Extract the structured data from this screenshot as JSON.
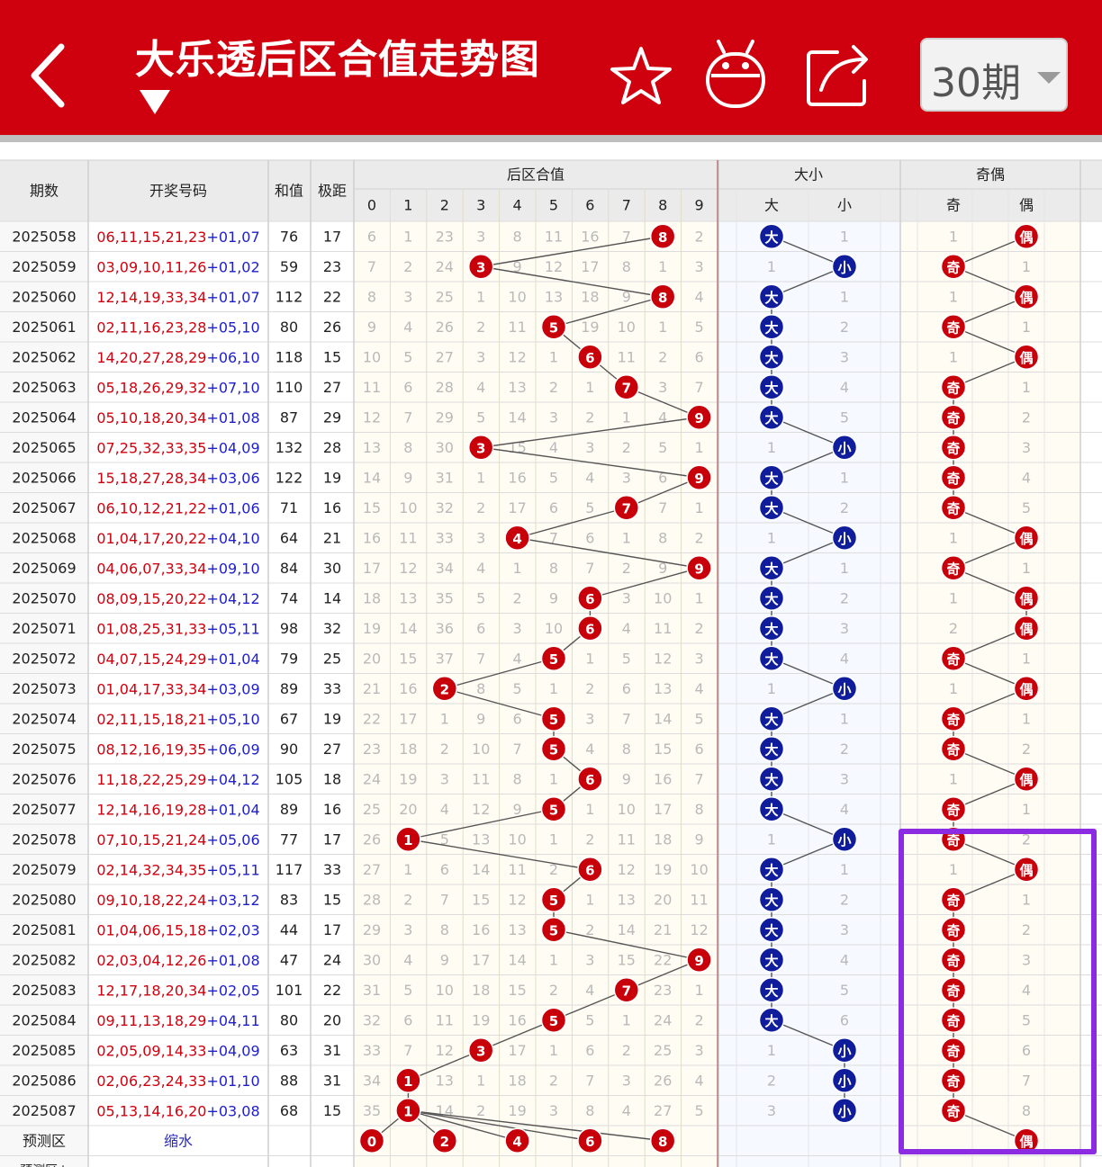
{
  "header": {
    "title": "大乐透后区合值走势图",
    "period_label": "30期"
  },
  "columns": {
    "period": "期数",
    "numbers": "开奖号码",
    "sum": "和值",
    "span": "极距",
    "group_sum": "后区合值",
    "group_size": "大小",
    "group_parity": "奇偶",
    "digits": [
      "0",
      "1",
      "2",
      "3",
      "4",
      "5",
      "6",
      "7",
      "8",
      "9"
    ],
    "big": "大",
    "small": "小",
    "odd": "奇",
    "even": "偶"
  },
  "rows": [
    {
      "period": "2025058",
      "front": "06,11,15,21,23",
      "back": "+01,07",
      "sum": "76",
      "span": "17",
      "cells": [
        "6",
        "1",
        "23",
        "3",
        "8",
        "11",
        "16",
        "7",
        "8",
        "2"
      ],
      "hit": 8,
      "size": [
        "大",
        "1"
      ],
      "parity": [
        "1",
        "偶"
      ]
    },
    {
      "period": "2025059",
      "front": "03,09,10,11,26",
      "back": "+01,02",
      "sum": "59",
      "span": "23",
      "cells": [
        "7",
        "2",
        "24",
        "3",
        "9",
        "12",
        "17",
        "8",
        "1",
        "3"
      ],
      "hit": 3,
      "size": [
        "1",
        "小"
      ],
      "parity": [
        "奇",
        "1"
      ]
    },
    {
      "period": "2025060",
      "front": "12,14,19,33,34",
      "back": "+01,07",
      "sum": "112",
      "span": "22",
      "cells": [
        "8",
        "3",
        "25",
        "1",
        "10",
        "13",
        "18",
        "9",
        "8",
        "4"
      ],
      "hit": 8,
      "size": [
        "大",
        "1"
      ],
      "parity": [
        "1",
        "偶"
      ]
    },
    {
      "period": "2025061",
      "front": "02,11,16,23,28",
      "back": "+05,10",
      "sum": "80",
      "span": "26",
      "cells": [
        "9",
        "4",
        "26",
        "2",
        "11",
        "5",
        "19",
        "10",
        "1",
        "5"
      ],
      "hit": 5,
      "size": [
        "大",
        "2"
      ],
      "parity": [
        "奇",
        "1"
      ]
    },
    {
      "period": "2025062",
      "front": "14,20,27,28,29",
      "back": "+06,10",
      "sum": "118",
      "span": "15",
      "cells": [
        "10",
        "5",
        "27",
        "3",
        "12",
        "1",
        "6",
        "11",
        "2",
        "6"
      ],
      "hit": 6,
      "size": [
        "大",
        "3"
      ],
      "parity": [
        "1",
        "偶"
      ]
    },
    {
      "period": "2025063",
      "front": "05,18,26,29,32",
      "back": "+07,10",
      "sum": "110",
      "span": "27",
      "cells": [
        "11",
        "6",
        "28",
        "4",
        "13",
        "2",
        "1",
        "7",
        "3",
        "7"
      ],
      "hit": 7,
      "size": [
        "大",
        "4"
      ],
      "parity": [
        "奇",
        "1"
      ]
    },
    {
      "period": "2025064",
      "front": "05,10,18,20,34",
      "back": "+01,08",
      "sum": "87",
      "span": "29",
      "cells": [
        "12",
        "7",
        "29",
        "5",
        "14",
        "3",
        "2",
        "1",
        "4",
        "9"
      ],
      "hit": 9,
      "size": [
        "大",
        "5"
      ],
      "parity": [
        "奇",
        "2"
      ]
    },
    {
      "period": "2025065",
      "front": "07,25,32,33,35",
      "back": "+04,09",
      "sum": "132",
      "span": "28",
      "cells": [
        "13",
        "8",
        "30",
        "3",
        "15",
        "4",
        "3",
        "2",
        "5",
        "1"
      ],
      "hit": 3,
      "size": [
        "1",
        "小"
      ],
      "parity": [
        "奇",
        "3"
      ]
    },
    {
      "period": "2025066",
      "front": "15,18,27,28,34",
      "back": "+03,06",
      "sum": "122",
      "span": "19",
      "cells": [
        "14",
        "9",
        "31",
        "1",
        "16",
        "5",
        "4",
        "3",
        "6",
        "9"
      ],
      "hit": 9,
      "size": [
        "大",
        "1"
      ],
      "parity": [
        "奇",
        "4"
      ]
    },
    {
      "period": "2025067",
      "front": "06,10,12,21,22",
      "back": "+01,06",
      "sum": "71",
      "span": "16",
      "cells": [
        "15",
        "10",
        "32",
        "2",
        "17",
        "6",
        "5",
        "7",
        "7",
        "1"
      ],
      "hit": 7,
      "size": [
        "大",
        "2"
      ],
      "parity": [
        "奇",
        "5"
      ]
    },
    {
      "period": "2025068",
      "front": "01,04,17,20,22",
      "back": "+04,10",
      "sum": "64",
      "span": "21",
      "cells": [
        "16",
        "11",
        "33",
        "3",
        "4",
        "7",
        "6",
        "1",
        "8",
        "2"
      ],
      "hit": 4,
      "size": [
        "1",
        "小"
      ],
      "parity": [
        "1",
        "偶"
      ]
    },
    {
      "period": "2025069",
      "front": "04,06,07,33,34",
      "back": "+09,10",
      "sum": "84",
      "span": "30",
      "cells": [
        "17",
        "12",
        "34",
        "4",
        "1",
        "8",
        "7",
        "2",
        "9",
        "9"
      ],
      "hit": 9,
      "size": [
        "大",
        "1"
      ],
      "parity": [
        "奇",
        "1"
      ]
    },
    {
      "period": "2025070",
      "front": "08,09,15,20,22",
      "back": "+04,12",
      "sum": "74",
      "span": "14",
      "cells": [
        "18",
        "13",
        "35",
        "5",
        "2",
        "9",
        "6",
        "3",
        "10",
        "1"
      ],
      "hit": 6,
      "size": [
        "大",
        "2"
      ],
      "parity": [
        "1",
        "偶"
      ]
    },
    {
      "period": "2025071",
      "front": "01,08,25,31,33",
      "back": "+05,11",
      "sum": "98",
      "span": "32",
      "cells": [
        "19",
        "14",
        "36",
        "6",
        "3",
        "10",
        "6",
        "4",
        "11",
        "2"
      ],
      "hit": 6,
      "size": [
        "大",
        "3"
      ],
      "parity": [
        "2",
        "偶"
      ]
    },
    {
      "period": "2025072",
      "front": "04,07,15,24,29",
      "back": "+01,04",
      "sum": "79",
      "span": "25",
      "cells": [
        "20",
        "15",
        "37",
        "7",
        "4",
        "5",
        "1",
        "5",
        "12",
        "3"
      ],
      "hit": 5,
      "size": [
        "大",
        "4"
      ],
      "parity": [
        "奇",
        "1"
      ]
    },
    {
      "period": "2025073",
      "front": "01,04,17,33,34",
      "back": "+03,09",
      "sum": "89",
      "span": "33",
      "cells": [
        "21",
        "16",
        "2",
        "8",
        "5",
        "1",
        "2",
        "6",
        "13",
        "4"
      ],
      "hit": 2,
      "size": [
        "1",
        "小"
      ],
      "parity": [
        "1",
        "偶"
      ]
    },
    {
      "period": "2025074",
      "front": "02,11,15,18,21",
      "back": "+05,10",
      "sum": "67",
      "span": "19",
      "cells": [
        "22",
        "17",
        "1",
        "9",
        "6",
        "5",
        "3",
        "7",
        "14",
        "5"
      ],
      "hit": 5,
      "size": [
        "大",
        "1"
      ],
      "parity": [
        "奇",
        "1"
      ]
    },
    {
      "period": "2025075",
      "front": "08,12,16,19,35",
      "back": "+06,09",
      "sum": "90",
      "span": "27",
      "cells": [
        "23",
        "18",
        "2",
        "10",
        "7",
        "5",
        "4",
        "8",
        "15",
        "6"
      ],
      "hit": 5,
      "size": [
        "大",
        "2"
      ],
      "parity": [
        "奇",
        "2"
      ]
    },
    {
      "period": "2025076",
      "front": "11,18,22,25,29",
      "back": "+04,12",
      "sum": "105",
      "span": "18",
      "cells": [
        "24",
        "19",
        "3",
        "11",
        "8",
        "1",
        "6",
        "9",
        "16",
        "7"
      ],
      "hit": 6,
      "size": [
        "大",
        "3"
      ],
      "parity": [
        "1",
        "偶"
      ]
    },
    {
      "period": "2025077",
      "front": "12,14,16,19,28",
      "back": "+01,04",
      "sum": "89",
      "span": "16",
      "cells": [
        "25",
        "20",
        "4",
        "12",
        "9",
        "5",
        "1",
        "10",
        "17",
        "8"
      ],
      "hit": 5,
      "size": [
        "大",
        "4"
      ],
      "parity": [
        "奇",
        "1"
      ]
    },
    {
      "period": "2025078",
      "front": "07,10,15,21,24",
      "back": "+05,06",
      "sum": "77",
      "span": "17",
      "cells": [
        "26",
        "1",
        "5",
        "13",
        "10",
        "1",
        "2",
        "11",
        "18",
        "9"
      ],
      "hit": 1,
      "size": [
        "1",
        "小"
      ],
      "parity": [
        "奇",
        "2"
      ]
    },
    {
      "period": "2025079",
      "front": "02,14,32,34,35",
      "back": "+05,11",
      "sum": "117",
      "span": "33",
      "cells": [
        "27",
        "1",
        "6",
        "14",
        "11",
        "2",
        "6",
        "12",
        "19",
        "10"
      ],
      "hit": 6,
      "size": [
        "大",
        "1"
      ],
      "parity": [
        "1",
        "偶"
      ]
    },
    {
      "period": "2025080",
      "front": "09,10,18,22,24",
      "back": "+03,12",
      "sum": "83",
      "span": "15",
      "cells": [
        "28",
        "2",
        "7",
        "15",
        "12",
        "5",
        "1",
        "13",
        "20",
        "11"
      ],
      "hit": 5,
      "size": [
        "大",
        "2"
      ],
      "parity": [
        "奇",
        "1"
      ]
    },
    {
      "period": "2025081",
      "front": "01,04,06,15,18",
      "back": "+02,03",
      "sum": "44",
      "span": "17",
      "cells": [
        "29",
        "3",
        "8",
        "16",
        "13",
        "5",
        "2",
        "14",
        "21",
        "12"
      ],
      "hit": 5,
      "size": [
        "大",
        "3"
      ],
      "parity": [
        "奇",
        "2"
      ]
    },
    {
      "period": "2025082",
      "front": "02,03,04,12,26",
      "back": "+01,08",
      "sum": "47",
      "span": "24",
      "cells": [
        "30",
        "4",
        "9",
        "17",
        "14",
        "1",
        "3",
        "15",
        "22",
        "9"
      ],
      "hit": 9,
      "size": [
        "大",
        "4"
      ],
      "parity": [
        "奇",
        "3"
      ]
    },
    {
      "period": "2025083",
      "front": "12,17,18,20,34",
      "back": "+02,05",
      "sum": "101",
      "span": "22",
      "cells": [
        "31",
        "5",
        "10",
        "18",
        "15",
        "2",
        "4",
        "7",
        "23",
        "1"
      ],
      "hit": 7,
      "size": [
        "大",
        "5"
      ],
      "parity": [
        "奇",
        "4"
      ]
    },
    {
      "period": "2025084",
      "front": "09,11,13,18,29",
      "back": "+04,11",
      "sum": "80",
      "span": "20",
      "cells": [
        "32",
        "6",
        "11",
        "19",
        "16",
        "5",
        "5",
        "1",
        "24",
        "2"
      ],
      "hit": 5,
      "size": [
        "大",
        "6"
      ],
      "parity": [
        "奇",
        "5"
      ]
    },
    {
      "period": "2025085",
      "front": "02,05,09,14,33",
      "back": "+04,09",
      "sum": "63",
      "span": "31",
      "cells": [
        "33",
        "7",
        "12",
        "3",
        "17",
        "1",
        "6",
        "2",
        "25",
        "3"
      ],
      "hit": 3,
      "size": [
        "1",
        "小"
      ],
      "parity": [
        "奇",
        "6"
      ]
    },
    {
      "period": "2025086",
      "front": "02,06,23,24,33",
      "back": "+01,10",
      "sum": "88",
      "span": "31",
      "cells": [
        "34",
        "1",
        "13",
        "1",
        "18",
        "2",
        "7",
        "3",
        "26",
        "4"
      ],
      "hit": 1,
      "size": [
        "2",
        "小"
      ],
      "parity": [
        "奇",
        "7"
      ]
    },
    {
      "period": "2025087",
      "front": "05,13,14,16,20",
      "back": "+03,08",
      "sum": "68",
      "span": "15",
      "cells": [
        "35",
        "1",
        "14",
        "2",
        "19",
        "3",
        "8",
        "4",
        "27",
        "5"
      ],
      "hit": 1,
      "size": [
        "3",
        "小"
      ],
      "parity": [
        "奇",
        "8"
      ]
    }
  ],
  "forecast": {
    "label": "预测区",
    "note": "缩水",
    "digits": [
      "0",
      "2",
      "4",
      "6",
      "8"
    ],
    "parity": "偶",
    "next_label": "预测区↓"
  },
  "colors": {
    "header_red": "#d0010e",
    "ball_red": "#c8000a",
    "ball_blue": "#0f1c9c",
    "front_text": "#d0010e",
    "back_text": "#1e1ecc",
    "miss_text": "#b9b9b9"
  },
  "icons": [
    "back-arrow-icon",
    "dropdown-triangle-icon",
    "star-icon",
    "android-icon",
    "share-icon",
    "chevron-down-icon"
  ]
}
